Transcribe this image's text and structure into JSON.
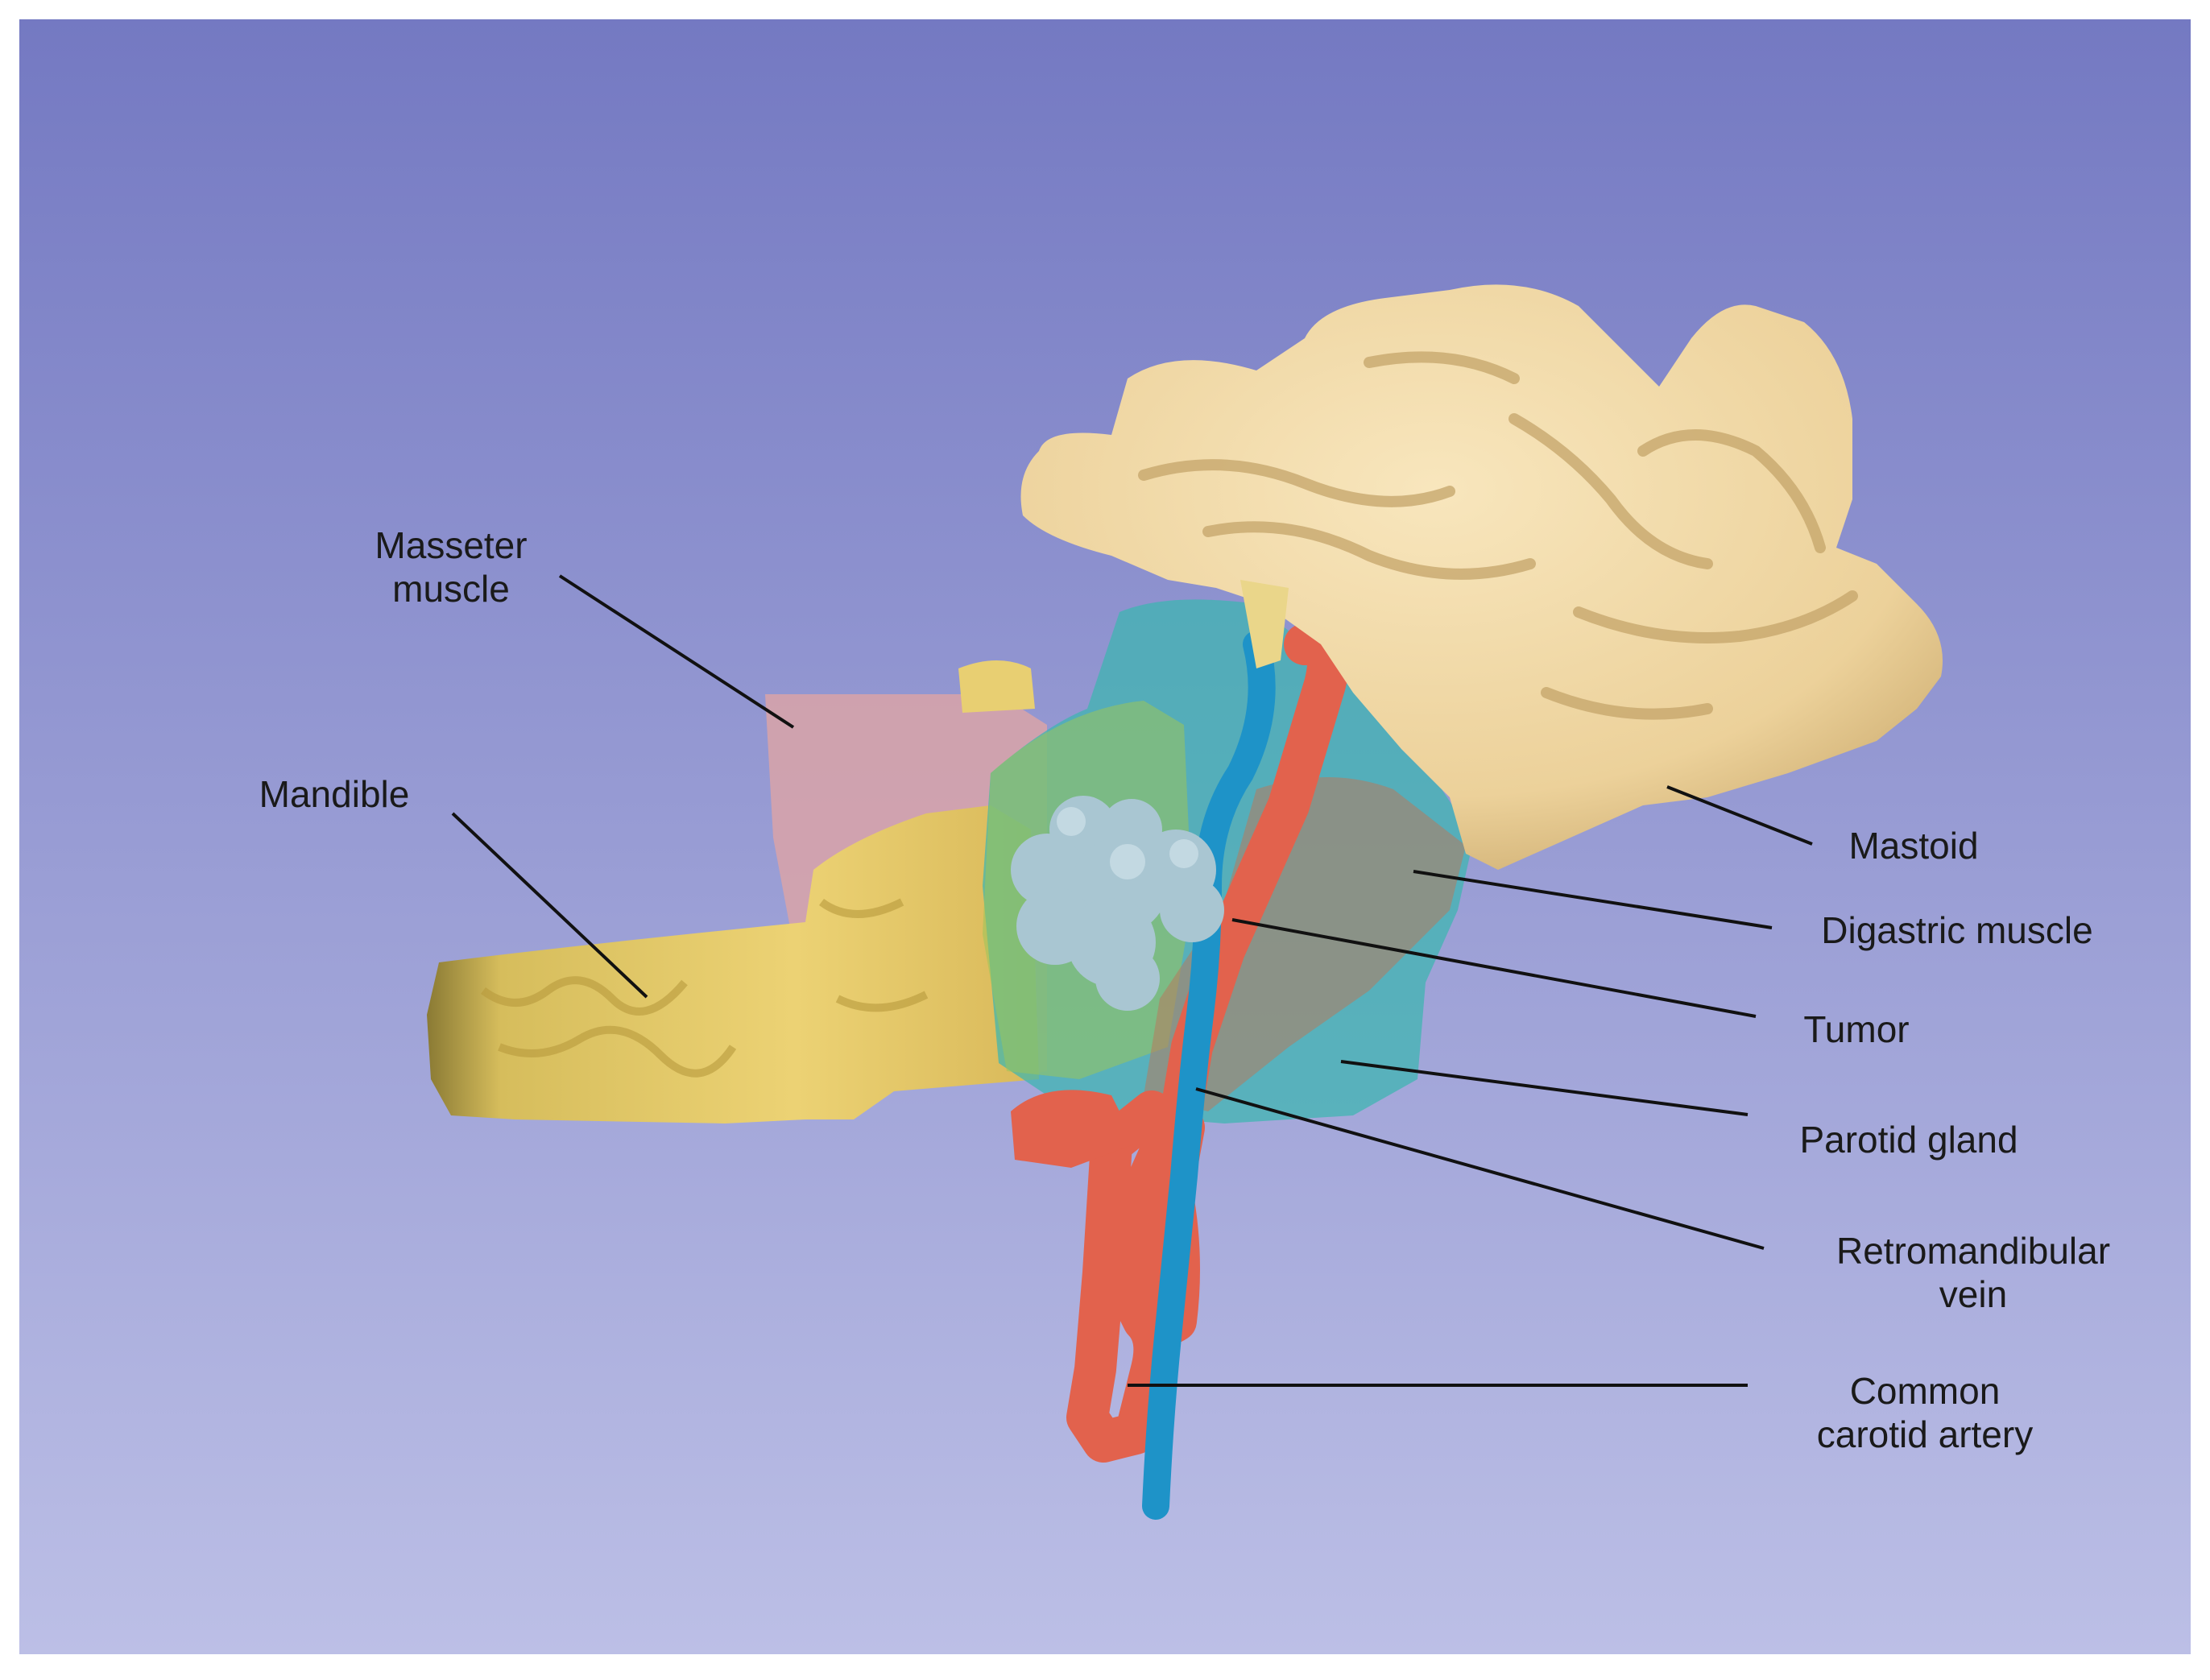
{
  "labels": {
    "masseter": [
      "Masseter",
      "muscle"
    ],
    "mandible": [
      "Mandible"
    ],
    "mastoid": [
      "Mastoid"
    ],
    "digastric": [
      "Digastric muscle"
    ],
    "tumor": [
      "Tumor"
    ],
    "parotid": [
      "Parotid gland"
    ],
    "retromandibular": [
      "Retromandibular",
      "vein"
    ],
    "carotid": [
      "Common",
      "carotid artery"
    ]
  },
  "colors": {
    "background_top": "#7479c2",
    "background_bottom": "#bcbfe6",
    "bone": "#f2d8a0",
    "mandible": "#e8cf72",
    "masseter": "#d9a3a8",
    "parotid": "#3bb5b0",
    "tumor": "#a9c6d2",
    "artery": "#e2624d",
    "vein": "#1e93c8"
  }
}
